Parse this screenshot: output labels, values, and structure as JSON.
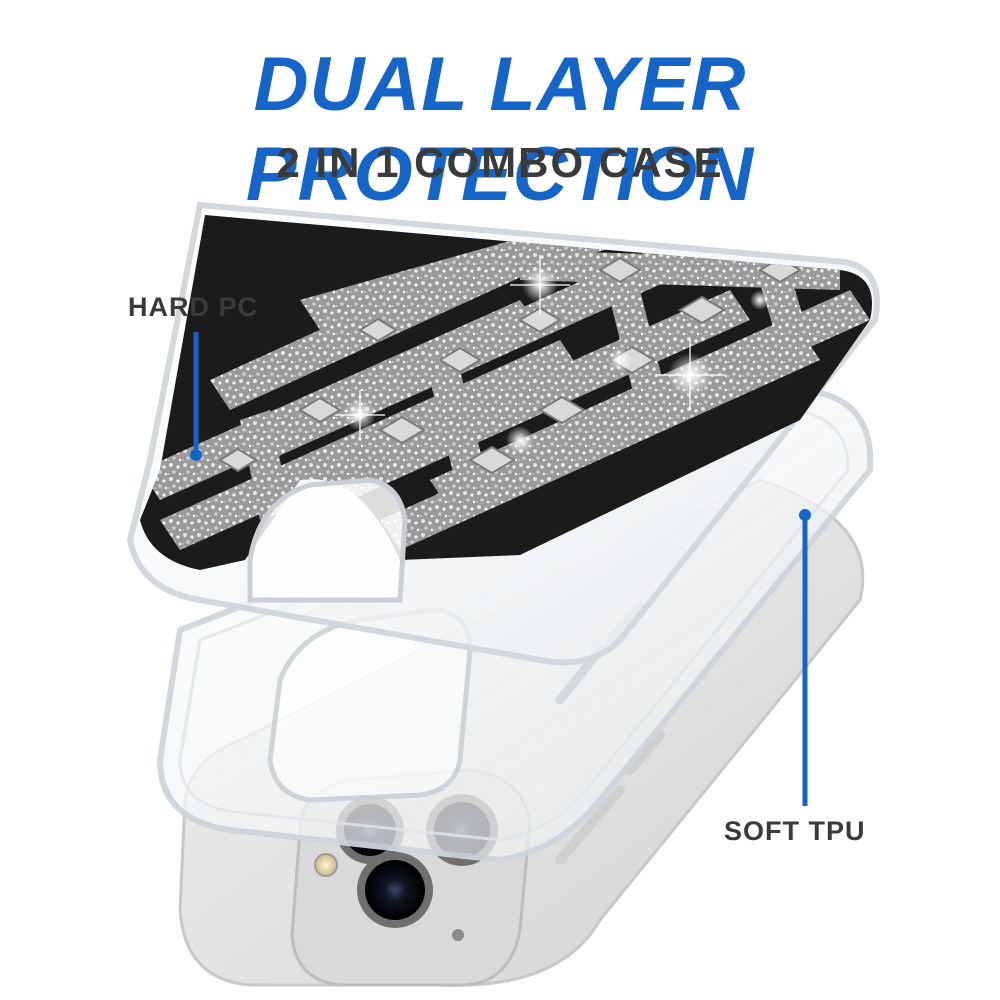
{
  "headline": "DUAL LAYER PROTECTION",
  "subheadline": "2 IN 1 COMBO CASE",
  "callouts": {
    "hard_pc": "HARD PC",
    "soft_tpu": "SOFT TPU"
  },
  "colors": {
    "headline_blue": "#1565c9",
    "text_dark": "#3a3a3a",
    "callout_line": "#1565c9",
    "background": "#ffffff"
  }
}
